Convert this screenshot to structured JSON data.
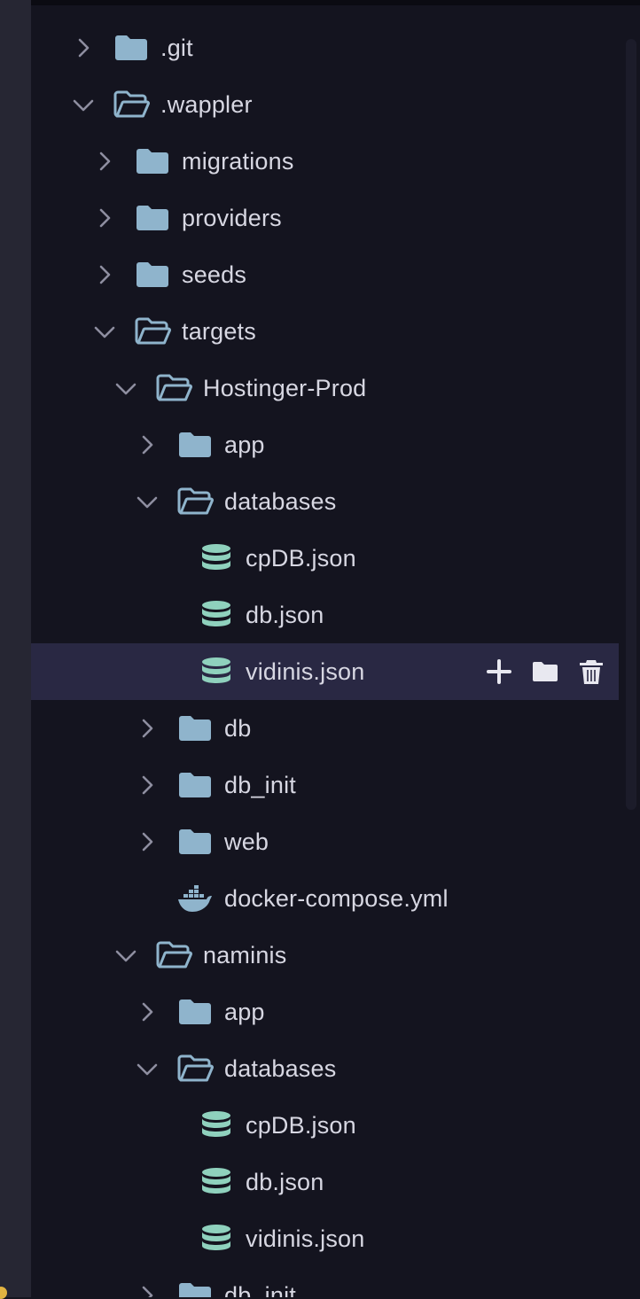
{
  "colors": {
    "background": "#14141f",
    "selected_row": "#292843",
    "folder": "#8fb4cc",
    "db_file": "#8fd1bd",
    "docker": "#8fb4cc",
    "text": "#d7d7e2",
    "chevron": "#8e8ea0"
  },
  "tree": [
    {
      "label": ".git",
      "type": "folder",
      "depth": 0,
      "expanded": false
    },
    {
      "label": ".wappler",
      "type": "folder",
      "depth": 0,
      "expanded": true
    },
    {
      "label": "migrations",
      "type": "folder",
      "depth": 1,
      "expanded": false
    },
    {
      "label": "providers",
      "type": "folder",
      "depth": 1,
      "expanded": false
    },
    {
      "label": "seeds",
      "type": "folder",
      "depth": 1,
      "expanded": false
    },
    {
      "label": "targets",
      "type": "folder",
      "depth": 1,
      "expanded": true
    },
    {
      "label": "Hostinger-Prod",
      "type": "folder",
      "depth": 2,
      "expanded": true
    },
    {
      "label": "app",
      "type": "folder",
      "depth": 3,
      "expanded": false
    },
    {
      "label": "databases",
      "type": "folder",
      "depth": 3,
      "expanded": true
    },
    {
      "label": "cpDB.json",
      "type": "database",
      "depth": 4
    },
    {
      "label": "db.json",
      "type": "database",
      "depth": 4
    },
    {
      "label": "vidinis.json",
      "type": "database",
      "depth": 4,
      "selected": true
    },
    {
      "label": "db",
      "type": "folder",
      "depth": 3,
      "expanded": false
    },
    {
      "label": "db_init",
      "type": "folder",
      "depth": 3,
      "expanded": false
    },
    {
      "label": "web",
      "type": "folder",
      "depth": 3,
      "expanded": false
    },
    {
      "label": "docker-compose.yml",
      "type": "docker",
      "depth": 3
    },
    {
      "label": "naminis",
      "type": "folder",
      "depth": 2,
      "expanded": true
    },
    {
      "label": "app",
      "type": "folder",
      "depth": 3,
      "expanded": false
    },
    {
      "label": "databases",
      "type": "folder",
      "depth": 3,
      "expanded": true
    },
    {
      "label": "cpDB.json",
      "type": "database",
      "depth": 4
    },
    {
      "label": "db.json",
      "type": "database",
      "depth": 4
    },
    {
      "label": "vidinis.json",
      "type": "database",
      "depth": 4
    },
    {
      "label": "db_init",
      "type": "folder",
      "depth": 3,
      "expanded": false
    }
  ],
  "row_actions": [
    "add-icon",
    "new-folder-icon",
    "trash-icon"
  ]
}
